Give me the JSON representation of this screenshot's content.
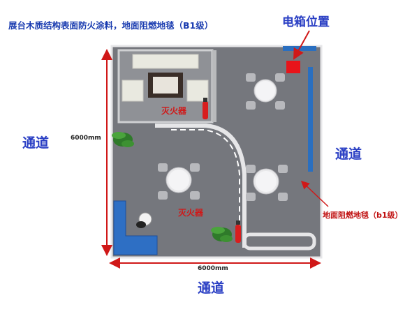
{
  "top_note": "展台木质结构表面防火涂料，地面阻燃地毯（B1级）",
  "box_title": "电箱位置",
  "aisle_left": "通道",
  "aisle_right": "通道",
  "aisle_bottom": "通道",
  "dim_left": "6000mm",
  "dim_bottom": "6000mm",
  "extinguisher_label_1": "灭火器",
  "extinguisher_label_2": "灭火器",
  "carpet_label": "地面阻燃地毯（b1级）",
  "colors": {
    "floor": "#75777d",
    "room_floor": "#8f9196",
    "blue_wall": "#2a6fc0",
    "red_box": "#e8141a",
    "label_blue": "#2a3fc4",
    "arrow_red": "#d01818"
  }
}
